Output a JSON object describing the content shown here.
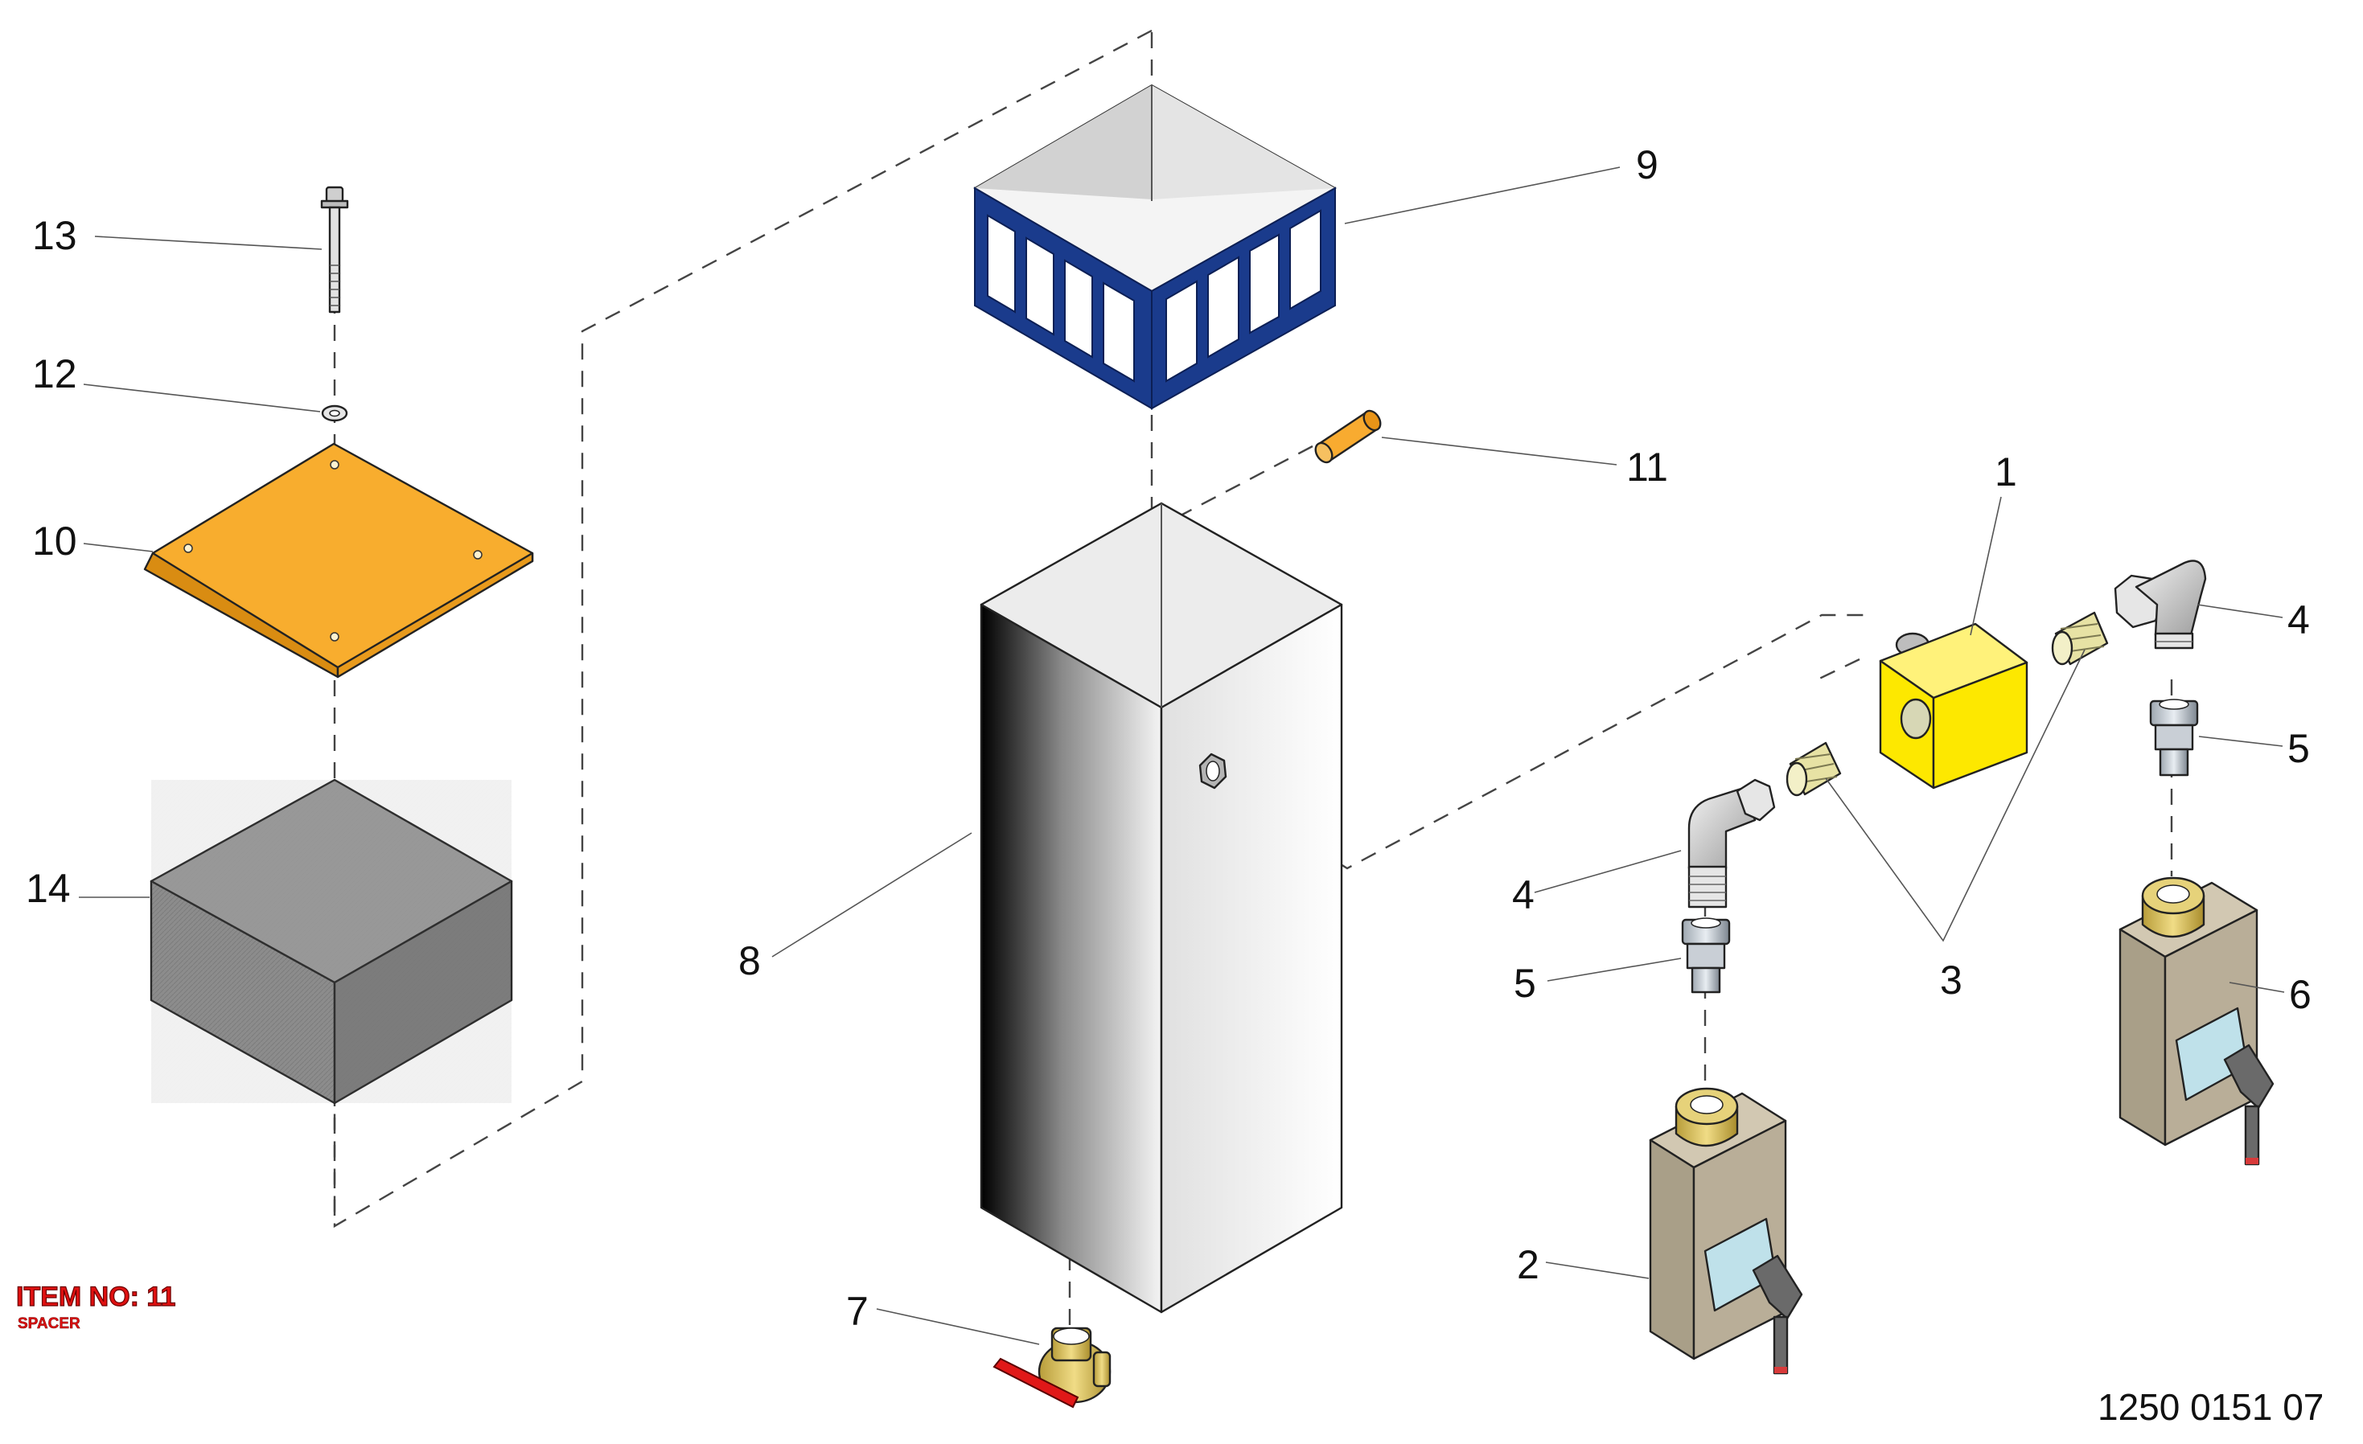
{
  "callouts": {
    "c1": "1",
    "c2": "2",
    "c3": "3",
    "c4a": "4",
    "c4b": "4",
    "c5a": "5",
    "c5b": "5",
    "c6": "6",
    "c7": "7",
    "c8": "8",
    "c9": "9",
    "c10": "10",
    "c11": "11",
    "c12": "12",
    "c13": "13",
    "c14": "14"
  },
  "selected_item": {
    "title": "ITEM NO: 11",
    "name": "SPACER"
  },
  "drawing_number": "1250 0151 07",
  "colors": {
    "frame_blue": "#1a3b8c",
    "lid_orange": "#f8ad2e",
    "spacer_orange": "#f8ab30",
    "block_yellow": "#fde800",
    "filter_grey": "#8a8a8a",
    "switch_beige": "#b9ae98",
    "brass": "#d4bc5a",
    "valve_red": "#e01818",
    "label_red": "#e01010"
  }
}
